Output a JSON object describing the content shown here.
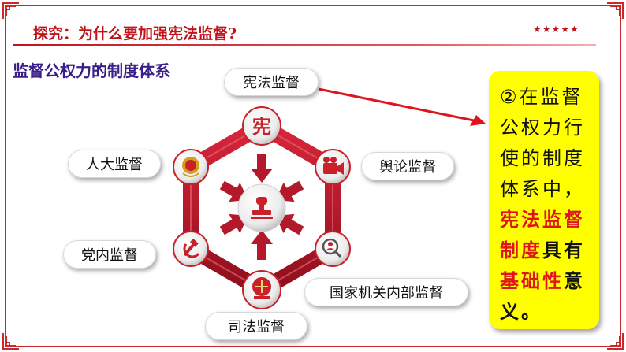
{
  "header": {
    "title": "探究：为什么要加强宪法监督?",
    "stars": "★★★★★"
  },
  "subtitle": "监督公权力的制度体系",
  "nodes": {
    "constitution": "宪法监督",
    "npc": "人大监督",
    "opinion": "舆论监督",
    "party": "党内监督",
    "state_org": "国家机关内部监督",
    "judicial": "司法监督"
  },
  "emblems": {
    "constitution_char": "宪"
  },
  "note": {
    "plain1": "②在监督公权力行使的制度体系中，",
    "red1": "宪法监督制度",
    "plain2": "具有",
    "red2": "基础性",
    "plain3": "意义。"
  },
  "colors": {
    "frame": "#c9282d",
    "accent": "#e0141b",
    "subtitle": "#3a1f8a",
    "note_bg": "#ffff00"
  }
}
